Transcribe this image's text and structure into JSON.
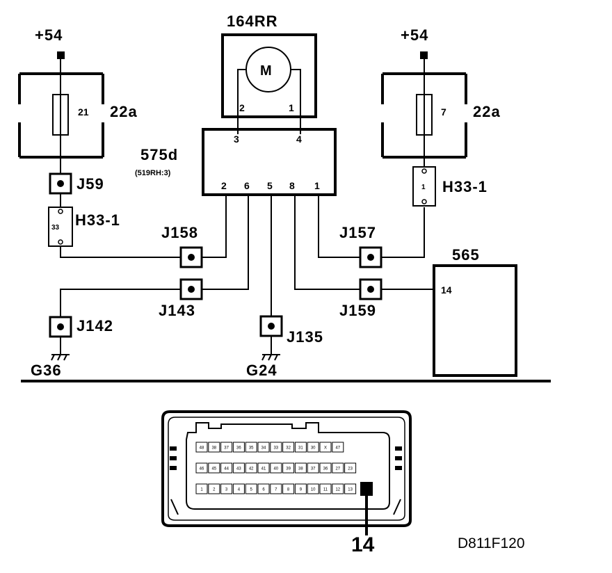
{
  "diagram_id": "D811F120",
  "motor": {
    "name": "164RR",
    "symbol": "M",
    "pin_left": "2",
    "pin_right": "1"
  },
  "module": {
    "name": "575d",
    "sub": "(519RH:3)",
    "top_pins": [
      "3",
      "4"
    ],
    "bottom_pins": [
      "2",
      "6",
      "5",
      "8",
      "1"
    ]
  },
  "fuse_left": {
    "supply": "+54",
    "number": "21",
    "name": "22a"
  },
  "fuse_right": {
    "supply": "+54",
    "number": "7",
    "name": "22a"
  },
  "connector_left": {
    "name": "H33-1",
    "pin": "33"
  },
  "connector_right": {
    "name": "H33-1",
    "pin": "1"
  },
  "splices": [
    "J59",
    "J158",
    "J157",
    "J143",
    "J159",
    "J142",
    "J135"
  ],
  "grounds": [
    "G36",
    "G24"
  ],
  "unit_565": {
    "name": "565",
    "pin": "14"
  },
  "plug_callout": "14",
  "plug_rows": {
    "top": [
      "48",
      "38",
      "37",
      "36",
      "35",
      "34",
      "33",
      "32",
      "31",
      "30",
      "X",
      "47"
    ],
    "middle": [
      "46",
      "45",
      "44",
      "43",
      "42",
      "41",
      "40",
      "39",
      "38",
      "37",
      "36",
      "27",
      "23"
    ],
    "bottom": [
      "1",
      "2",
      "3",
      "4",
      "5",
      "6",
      "7",
      "8",
      "9",
      "10",
      "11",
      "12",
      "13"
    ]
  }
}
